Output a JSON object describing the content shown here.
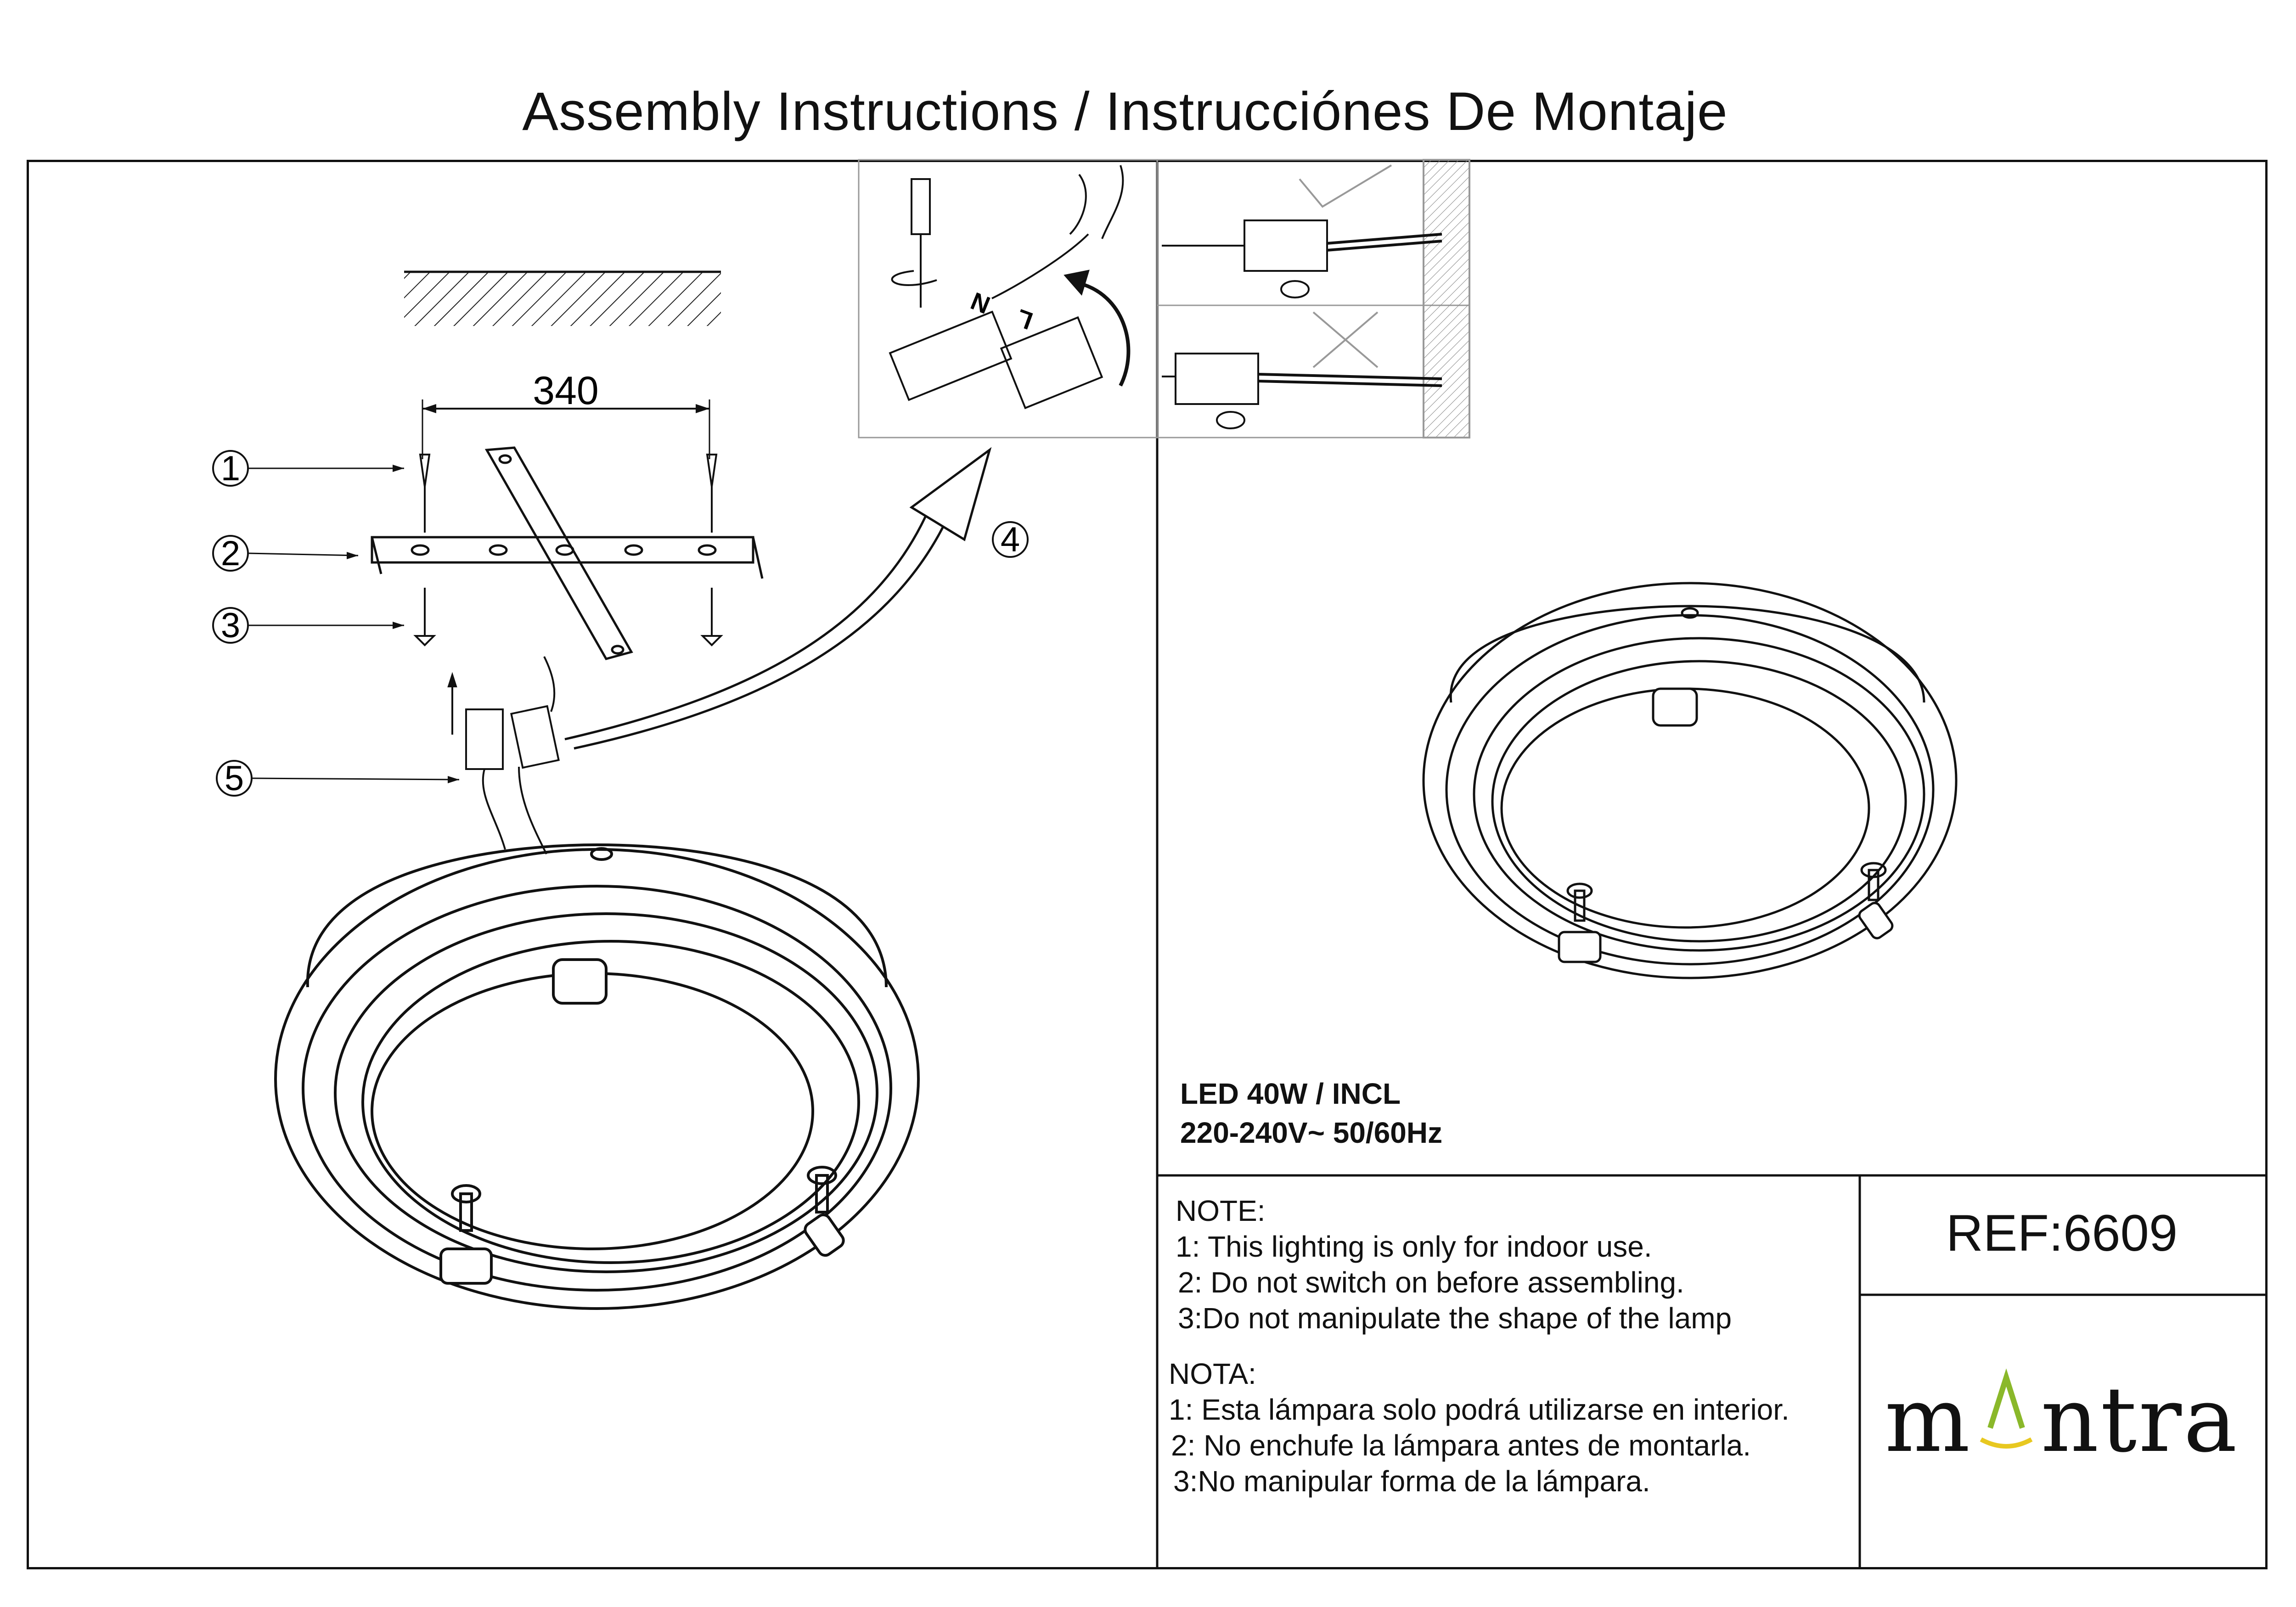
{
  "title": "Assembly Instructions / Instrucciónes De Montaje",
  "dimension_label": "340",
  "callouts": [
    "1",
    "2",
    "3",
    "4",
    "5"
  ],
  "wiring": {
    "label_n": "N",
    "label_l": "L"
  },
  "specs": {
    "line1": "LED 40W / INCL",
    "line2": "220-240V~  50/60Hz"
  },
  "notes_en": {
    "heading": "NOTE:",
    "items": [
      "1: This lighting is only for indoor use.",
      "2: Do not switch on before assembling.",
      "3:Do not manipulate the shape of the lamp"
    ]
  },
  "notes_es": {
    "heading": "NOTA:",
    "items": [
      "1: Esta lámpara solo podrá utilizarse en interior.",
      "2: No enchufe la lámpara antes de montarla.",
      "3:No manipular forma de la lámpara."
    ]
  },
  "ref": "REF:6609",
  "brand": {
    "before": "m",
    "after": "ntra",
    "accent_color": "#8ab82a"
  },
  "icons": [
    "screwdriver-icon",
    "rotate-arrow-icon",
    "check-mark-icon",
    "cross-mark-icon",
    "ceiling-hatch-icon"
  ]
}
